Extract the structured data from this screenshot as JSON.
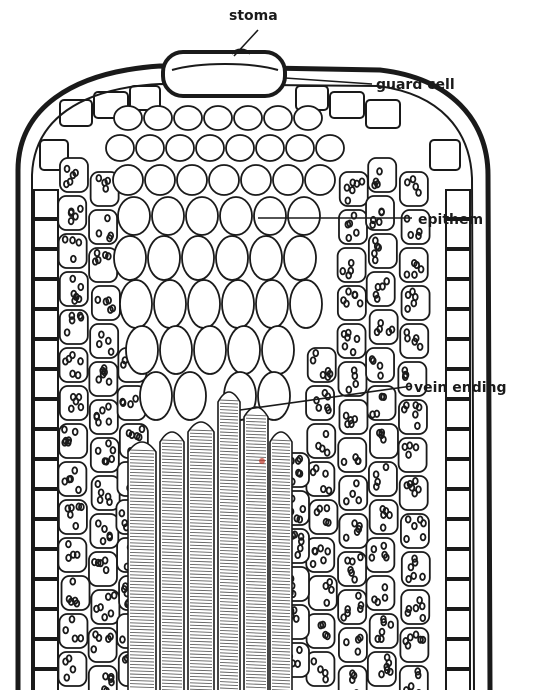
{
  "diagram": {
    "labels": {
      "stoma": "stoma",
      "guard_cell": "guard cell",
      "epithem": "epithem",
      "vein_ending": "vein ending"
    }
  },
  "colors": {
    "ink": "#1a1a1a",
    "paper": "#ffffff",
    "accent_mark": "#c0392b"
  }
}
